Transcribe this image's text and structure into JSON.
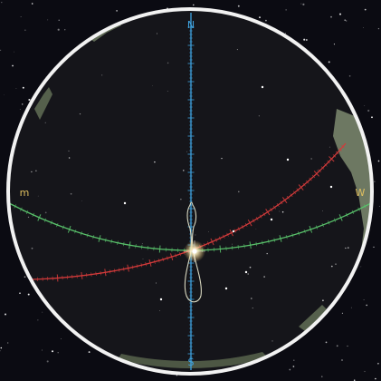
{
  "view": {
    "cardinals": {
      "north": "N",
      "south": "S",
      "east": "m",
      "west": "W"
    }
  },
  "colors": {
    "frame": "#f2f2f2",
    "sky": "#15151a",
    "meridian": "#3fa3e0",
    "equator": "#58c06a",
    "ecliptic": "#d23a3a",
    "cardinal": "#e0c060",
    "analemma": "#d8d8c0",
    "land": "#6d7862",
    "sun": "#fff6d8"
  }
}
